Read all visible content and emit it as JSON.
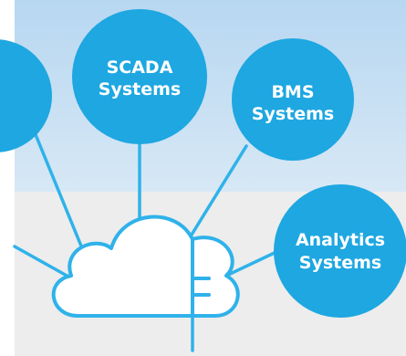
{
  "diagram": {
    "colors": {
      "sky_top": "#b7d7f1",
      "sky_bottom": "#d7e8f5",
      "ground": "#ededed",
      "node_fill": "#1ea7e1",
      "line": "#2fb2ea",
      "cloud_fill": "#ffffff"
    },
    "nodes": {
      "scada": {
        "line1": "SCADA",
        "line2": "Systems"
      },
      "bms": {
        "line1": "BMS",
        "line2": "Systems"
      },
      "analytics": {
        "line1": "Analytics",
        "line2": "Systems"
      }
    },
    "icons": {
      "cloud": "cloud-icon",
      "plug": "plug-icon"
    }
  }
}
